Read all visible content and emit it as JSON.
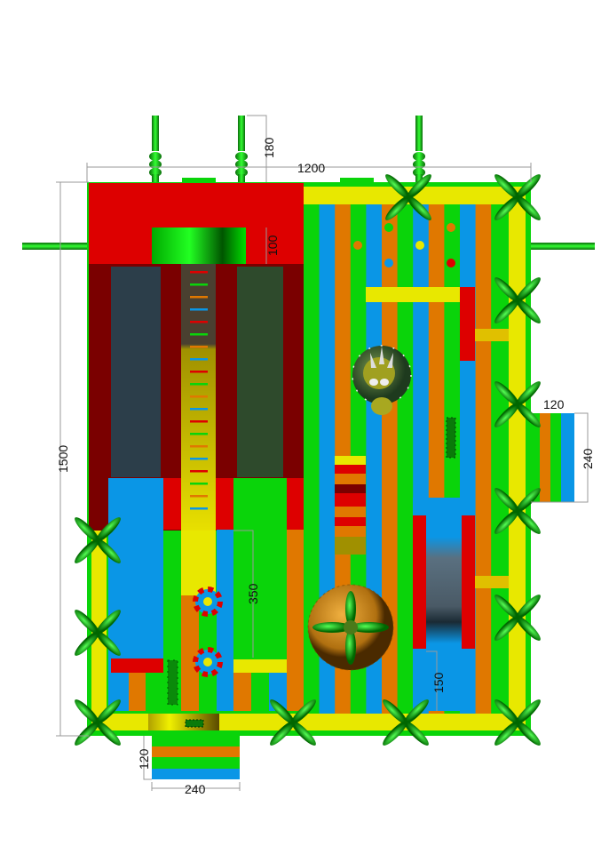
{
  "drawing": {
    "dimensions": {
      "overall_width": "1200",
      "overall_length": "1500",
      "pillar_height": "180",
      "entrance_wall": "100",
      "side_step_depth": "120",
      "side_step_width": "240",
      "slide_length": "350",
      "tunnel_gap": "150",
      "front_step_depth": "120",
      "front_step_width": "240"
    },
    "colors": {
      "green": "#0ad40a",
      "yellow": "#e8e800",
      "blue": "#0a96e6",
      "orange": "#e07800",
      "red": "#dd0000",
      "dark_red": "#7a0000",
      "slate": "#2c3e4a",
      "dark_green": "#2e4a2c"
    }
  }
}
